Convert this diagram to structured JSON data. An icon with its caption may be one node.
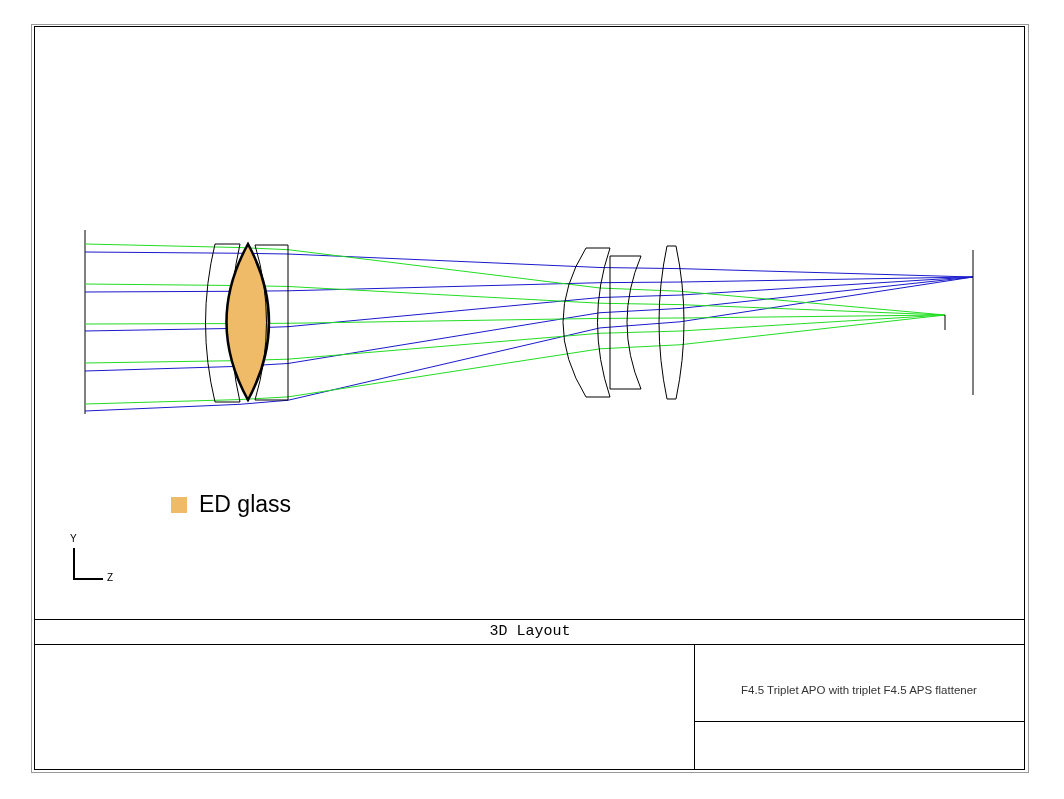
{
  "diagram": {
    "labels": [
      "Y",
      "Z",
      "3D Layout",
      "F4.5 Triplet APO with triplet F4.5 APS flattener"
    ],
    "legend": [
      {
        "text": "ED glass",
        "color": "#f0bb68"
      }
    ]
  }
}
